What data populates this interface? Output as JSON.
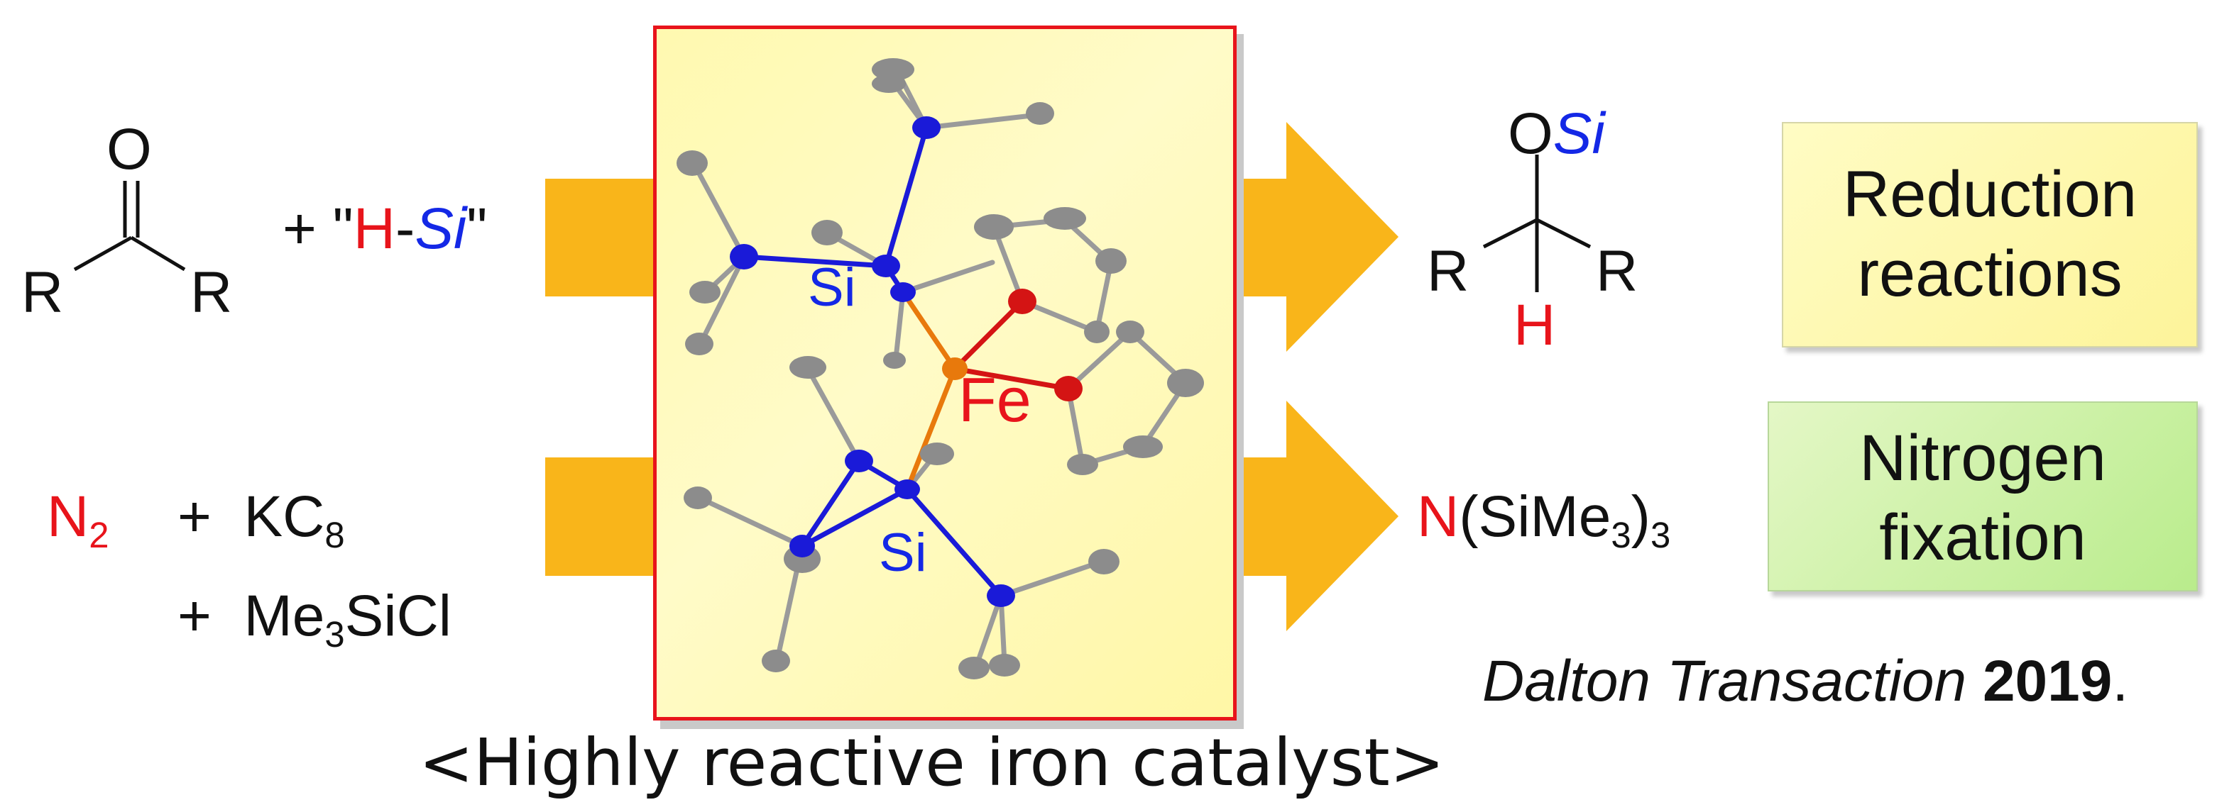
{
  "reactions": {
    "top_reagent": {
      "prefix": "+ \"",
      "h": "H",
      "dash": "-",
      "si": "Si",
      "suffix": "\""
    },
    "bottom_reagents": {
      "n_symbol": "N",
      "n_sub": "2",
      "plus1": "+",
      "kc": "KC",
      "kc_sub": "8",
      "plus2": "+",
      "me": "Me",
      "me_sub": "3",
      "sicl": "SiCl"
    }
  },
  "ketone": {
    "o": "O",
    "r_left": "R",
    "r_right": "R"
  },
  "product_top": {
    "o": "O",
    "si": "Si",
    "r_left": "R",
    "r_right": "R",
    "h": "H"
  },
  "product_bottom": {
    "n": "N",
    "open": "(SiMe",
    "sub1": "3",
    "close": ")",
    "sub2": "3"
  },
  "catalyst": {
    "si_top": "Si",
    "si_bottom": "Si",
    "fe": "Fe",
    "caption": "<Highly reactive iron catalyst>"
  },
  "labels": {
    "reduction_line1": "Reduction",
    "reduction_line2": "reactions",
    "nitrogen_line1": "Nitrogen",
    "nitrogen_line2": "fixation"
  },
  "citation": {
    "journal": "Dalton Transaction",
    "year": "2019",
    "period": "."
  },
  "colors": {
    "arrow": "#f9b51a",
    "red": "#e8141b",
    "blue": "#1428e6",
    "bond_gray": "#9a9a9a",
    "atom_gray": "#8c8c8c",
    "atom_blue": "#1a1ad8",
    "atom_red": "#d41414",
    "atom_orange": "#e8790c"
  }
}
